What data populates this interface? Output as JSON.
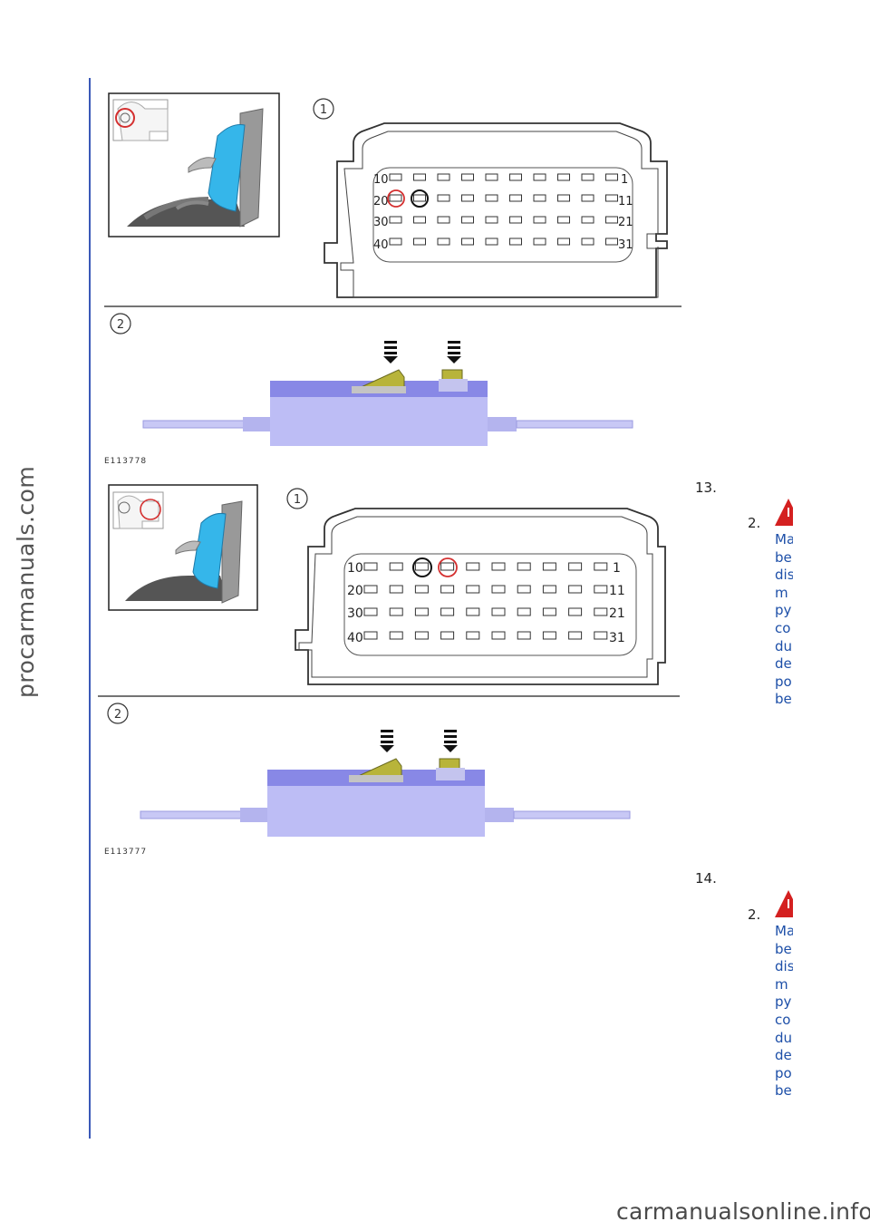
{
  "watermarks": {
    "side": "procarmanuals.com",
    "bottom": "carmanualsonline.info"
  },
  "figures": [
    {
      "id": "E113778",
      "callouts": [
        "1",
        "2"
      ],
      "pin_labels_left": [
        "10",
        "20",
        "30",
        "40"
      ],
      "pin_labels_right": [
        "1",
        "11",
        "21",
        "31"
      ]
    },
    {
      "id": "E113777",
      "callouts": [
        "1",
        "2"
      ],
      "pin_labels_left": [
        "10",
        "20",
        "30",
        "40"
      ],
      "pin_labels_right": [
        "1",
        "11",
        "21",
        "31"
      ]
    }
  ],
  "steps": [
    {
      "number": "13.",
      "sub_number": "2.",
      "warning_lines": [
        "Ma",
        "be",
        "dis",
        "m",
        "py",
        "co",
        "du",
        "de",
        "po",
        "be"
      ]
    },
    {
      "number": "14.",
      "sub_number": "2.",
      "warning_lines": [
        "Ma",
        "be",
        "dis",
        "m",
        "py",
        "co",
        "du",
        "de",
        "po",
        "be"
      ]
    }
  ],
  "colors": {
    "margin_rule": "#3a59b8",
    "warning_text": "#1d4fa8",
    "warning_icon": "#d42020",
    "connector_body": "#bdbdf5",
    "connector_top": "#8888e6",
    "latch": "#b8b43a",
    "seat_highlight": "#35b6ea",
    "red_circle": "#d43030"
  }
}
